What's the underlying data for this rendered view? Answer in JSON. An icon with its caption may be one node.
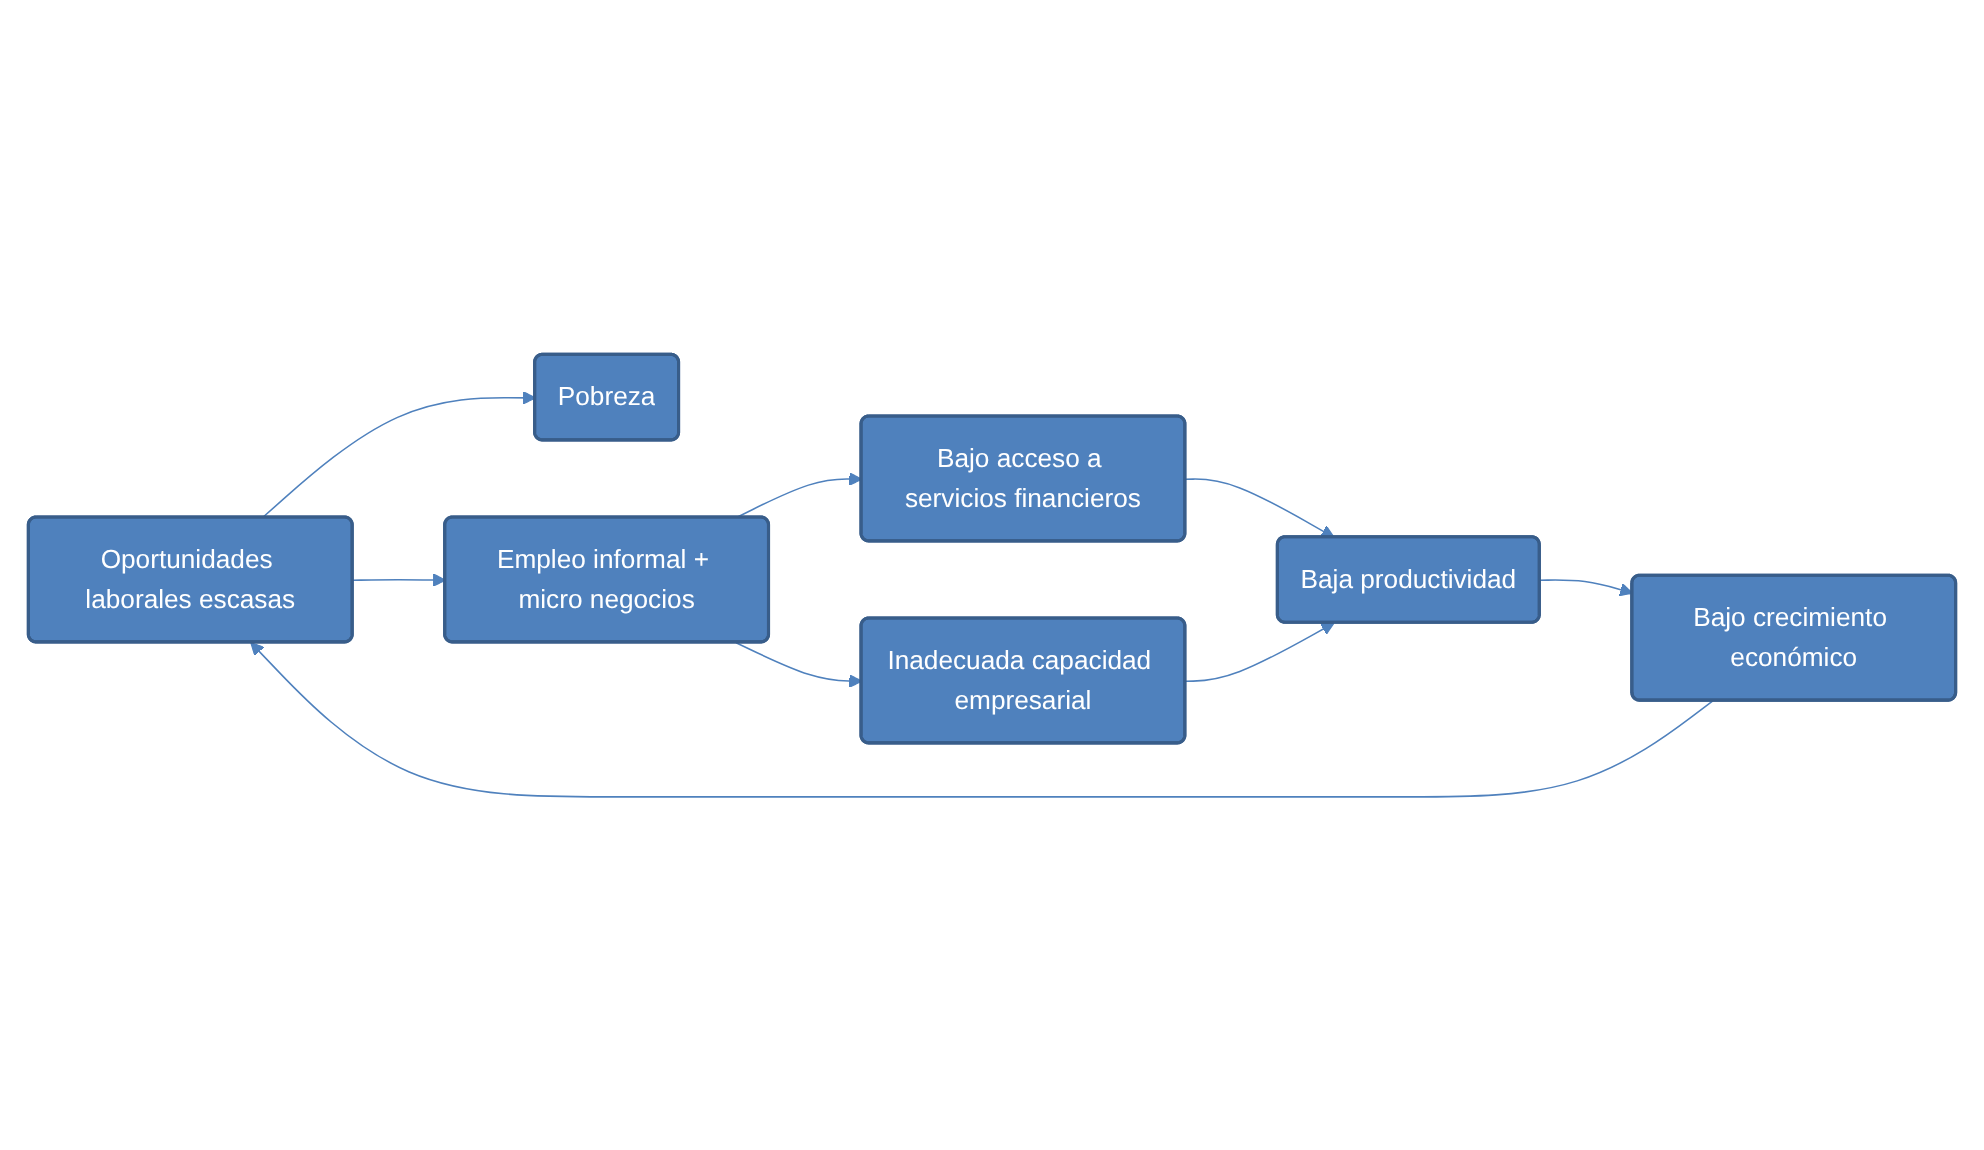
{
  "diagram": {
    "nodes": [
      {
        "text": [
          "Pobreza"
        ]
      },
      {
        "text": [
          "Oportunidades laborales escasas"
        ]
      },
      {
        "text": [
          "Empleo informal + micro negocios"
        ]
      },
      {
        "text": [
          "Bajo acceso a servicios financieros"
        ]
      },
      {
        "text": [
          "Inadecuada capacidad empresarial"
        ]
      },
      {
        "text": [
          "Baja productividad"
        ]
      },
      {
        "text": [
          "Bajo crecimiento económico"
        ]
      }
    ],
    "edges": [
      {
        "from": 1,
        "to": 0,
        "arrow": "to"
      },
      {
        "from": 1,
        "to": 2,
        "arrow": "to"
      },
      {
        "from": 2,
        "to": 3,
        "arrow": "to"
      },
      {
        "from": 2,
        "to": 4,
        "arrow": "to"
      },
      {
        "from": 3,
        "to": 5,
        "arrow": "to"
      },
      {
        "from": 4,
        "to": 5,
        "arrow": "to"
      },
      {
        "from": 5,
        "to": 6,
        "arrow": "to"
      },
      {
        "from": 6,
        "to": 1,
        "arrow": "to"
      }
    ]
  }
}
